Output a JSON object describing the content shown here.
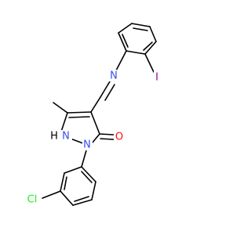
{
  "molecule": {
    "atoms": {
      "N_imine": "N",
      "I": "I",
      "NH": "H",
      "N_ring": "N",
      "O": "O",
      "Cl": "Cl"
    },
    "colors": {
      "bond": "#000000",
      "N": "#3050F8",
      "O": "#FF0D0D",
      "I": "#940094",
      "Cl": "#1FF01F",
      "NH_prefix": "#000000"
    }
  }
}
